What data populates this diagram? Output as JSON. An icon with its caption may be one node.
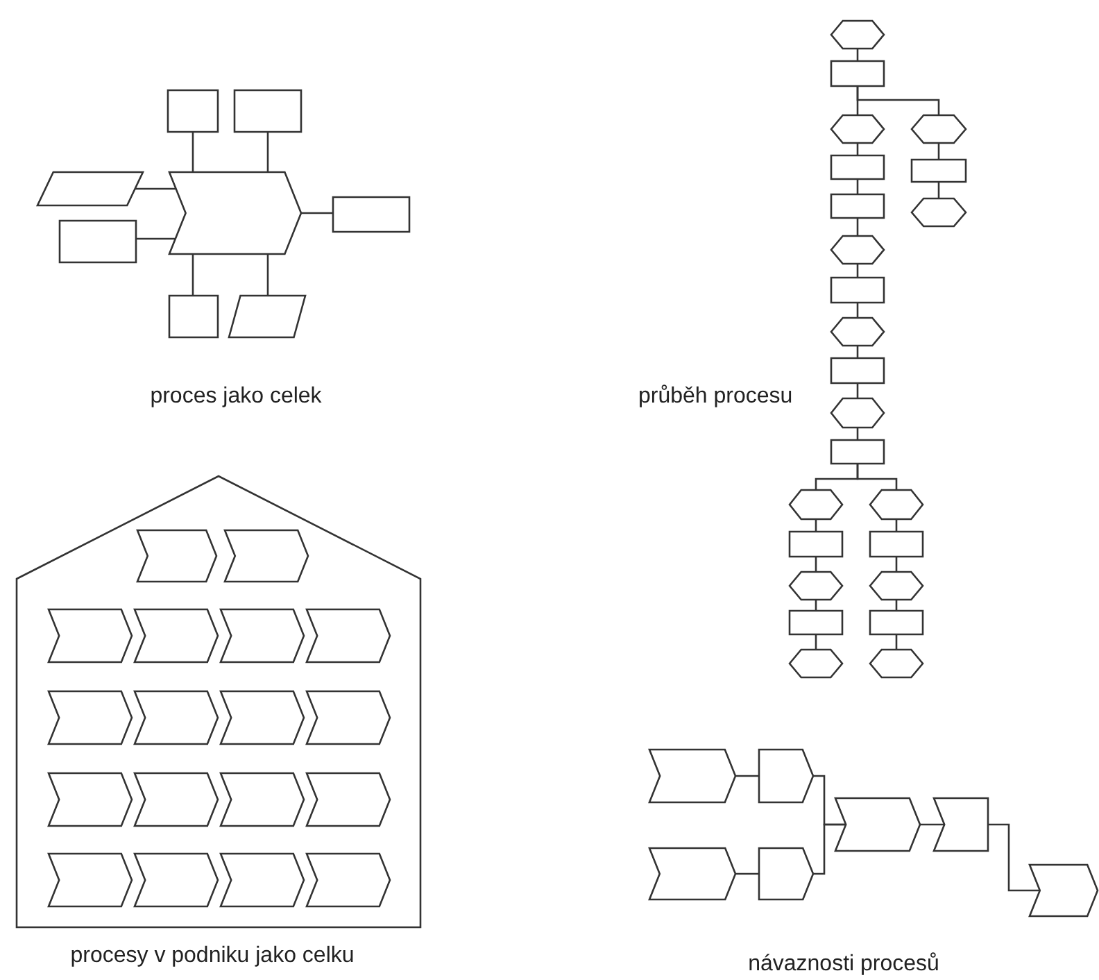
{
  "diagram": {
    "nodes": [
      {
        "text": [],
        "shape": "box"
      },
      {
        "text": [],
        "shape": "box"
      },
      {
        "text": [],
        "shape": "parallelogram"
      },
      {
        "text": [],
        "shape": "chevron"
      },
      {
        "text": [],
        "shape": "box"
      },
      {
        "text": [],
        "shape": "box"
      },
      {
        "text": [],
        "shape": "box"
      },
      {
        "text": [],
        "shape": "parallelogram"
      },
      {
        "text": [],
        "shape": "hexagon"
      },
      {
        "text": [],
        "shape": "box"
      },
      {
        "text": [],
        "shape": "hexagon"
      },
      {
        "text": [],
        "shape": "box"
      },
      {
        "text": [],
        "shape": "box"
      },
      {
        "text": [],
        "shape": "hexagon"
      },
      {
        "text": [],
        "shape": "box"
      },
      {
        "text": [],
        "shape": "hexagon"
      },
      {
        "text": [],
        "shape": "box"
      },
      {
        "text": [],
        "shape": "hexagon"
      },
      {
        "text": [],
        "shape": "box"
      },
      {
        "text": [],
        "shape": "hexagon"
      },
      {
        "text": [],
        "shape": "box"
      },
      {
        "text": [],
        "shape": "hexagon"
      },
      {
        "text": [],
        "shape": "hexagon"
      },
      {
        "text": [],
        "shape": "box"
      },
      {
        "text": [],
        "shape": "hexagon"
      },
      {
        "text": [],
        "shape": "box"
      },
      {
        "text": [],
        "shape": "hexagon"
      },
      {
        "text": [],
        "shape": "hexagon"
      },
      {
        "text": [],
        "shape": "box"
      },
      {
        "text": [],
        "shape": "hexagon"
      },
      {
        "text": [],
        "shape": "box"
      },
      {
        "text": [],
        "shape": "hexagon"
      },
      {
        "text": [],
        "shape": "house"
      },
      {
        "text": [],
        "shape": "chevron",
        "in": 32
      },
      {
        "text": [],
        "shape": "chevron",
        "in": 32
      },
      {
        "text": [],
        "shape": "chevron",
        "in": 32
      },
      {
        "text": [],
        "shape": "chevron",
        "in": 32
      },
      {
        "text": [],
        "shape": "chevron",
        "in": 32
      },
      {
        "text": [],
        "shape": "chevron",
        "in": 32
      },
      {
        "text": [],
        "shape": "chevron",
        "in": 32
      },
      {
        "text": [],
        "shape": "chevron",
        "in": 32
      },
      {
        "text": [],
        "shape": "chevron",
        "in": 32
      },
      {
        "text": [],
        "shape": "chevron",
        "in": 32
      },
      {
        "text": [],
        "shape": "chevron",
        "in": 32
      },
      {
        "text": [],
        "shape": "chevron",
        "in": 32
      },
      {
        "text": [],
        "shape": "chevron",
        "in": 32
      },
      {
        "text": [],
        "shape": "chevron",
        "in": 32
      },
      {
        "text": [],
        "shape": "chevron",
        "in": 32
      },
      {
        "text": [],
        "shape": "chevron",
        "in": 32
      },
      {
        "text": [],
        "shape": "chevron",
        "in": 32
      },
      {
        "text": [],
        "shape": "chevron",
        "in": 32
      },
      {
        "text": [],
        "shape": "chevron"
      },
      {
        "text": [],
        "shape": "pentagon"
      },
      {
        "text": [],
        "shape": "chevron"
      },
      {
        "text": [],
        "shape": "pentagon"
      },
      {
        "text": [],
        "shape": "chevron"
      },
      {
        "text": [],
        "shape": "chevron"
      },
      {
        "text": [],
        "shape": "chevron"
      }
    ],
    "edges": [
      {
        "from": 0,
        "to": 3,
        "arrow": "none"
      },
      {
        "from": 1,
        "to": 3,
        "arrow": "none"
      },
      {
        "from": 2,
        "to": 3,
        "arrow": "none"
      },
      {
        "from": 4,
        "to": 3,
        "arrow": "none"
      },
      {
        "from": 3,
        "to": 5,
        "arrow": "none"
      },
      {
        "from": 3,
        "to": 6,
        "arrow": "none"
      },
      {
        "from": 3,
        "to": 7,
        "arrow": "none"
      },
      {
        "from": 8,
        "to": 9,
        "arrow": "none"
      },
      {
        "from": 9,
        "to": 10,
        "arrow": "none"
      },
      {
        "from": 9,
        "to": 19,
        "arrow": "none"
      },
      {
        "from": 10,
        "to": 11,
        "arrow": "none"
      },
      {
        "from": 11,
        "to": 12,
        "arrow": "none"
      },
      {
        "from": 12,
        "to": 13,
        "arrow": "none"
      },
      {
        "from": 13,
        "to": 14,
        "arrow": "none"
      },
      {
        "from": 14,
        "to": 15,
        "arrow": "none"
      },
      {
        "from": 15,
        "to": 16,
        "arrow": "none"
      },
      {
        "from": 16,
        "to": 17,
        "arrow": "none"
      },
      {
        "from": 17,
        "to": 18,
        "arrow": "none"
      },
      {
        "from": 18,
        "to": 22,
        "arrow": "none"
      },
      {
        "from": 18,
        "to": 27,
        "arrow": "none"
      },
      {
        "from": 19,
        "to": 20,
        "arrow": "none"
      },
      {
        "from": 20,
        "to": 21,
        "arrow": "none"
      },
      {
        "from": 22,
        "to": 23,
        "arrow": "none"
      },
      {
        "from": 23,
        "to": 24,
        "arrow": "none"
      },
      {
        "from": 24,
        "to": 25,
        "arrow": "none"
      },
      {
        "from": 25,
        "to": 26,
        "arrow": "none"
      },
      {
        "from": 27,
        "to": 28,
        "arrow": "none"
      },
      {
        "from": 28,
        "to": 29,
        "arrow": "none"
      },
      {
        "from": 29,
        "to": 30,
        "arrow": "none"
      },
      {
        "from": 30,
        "to": 31,
        "arrow": "none"
      },
      {
        "from": 51,
        "to": 52,
        "arrow": "none"
      },
      {
        "from": 53,
        "to": 54,
        "arrow": "none"
      },
      {
        "from": 52,
        "to": 55,
        "arrow": "none"
      },
      {
        "from": 54,
        "to": 55,
        "arrow": "none"
      },
      {
        "from": 55,
        "to": 56,
        "arrow": "none"
      },
      {
        "from": 56,
        "to": 57,
        "arrow": "none"
      }
    ],
    "labels": [
      "proces jako celek",
      "průběh procesu",
      "procesy v podniku jako celku",
      "návaznosti procesů"
    ]
  }
}
